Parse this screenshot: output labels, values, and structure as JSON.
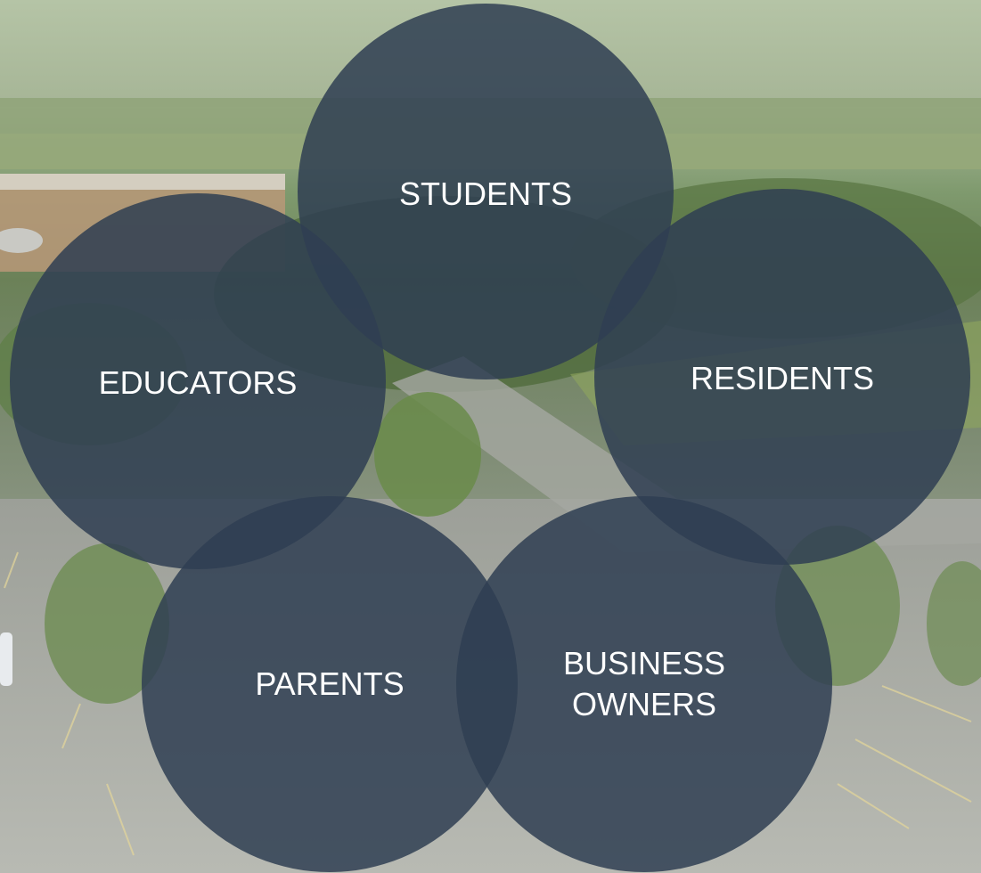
{
  "diagram": {
    "circles": [
      {
        "id": "students",
        "label": "STUDENTS"
      },
      {
        "id": "educators",
        "label": "EDUCATORS"
      },
      {
        "id": "residents",
        "label": "RESIDENTS"
      },
      {
        "id": "parents",
        "label": "PARENTS"
      },
      {
        "id": "business-owners",
        "label": "BUSINESS\nOWNERS"
      }
    ],
    "circle_color": "#2f3e52"
  }
}
